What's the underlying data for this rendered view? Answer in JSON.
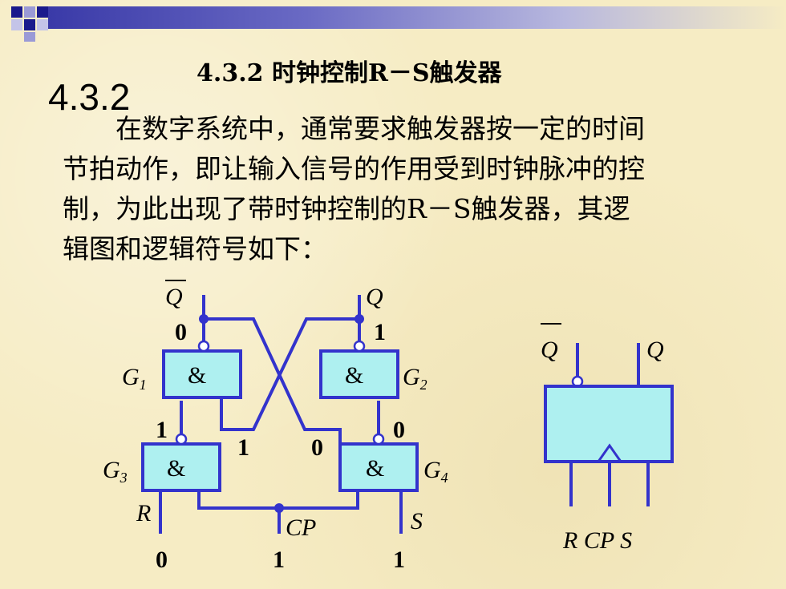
{
  "slide": {
    "title": "4.3.2 时钟控制R－S触发器",
    "section_number": "4.3.2",
    "paragraph_lines": [
      "在数字系统中，通常要求触发器按一定的时间",
      "节拍动作，即让输入信号的作用受到时钟脉冲的控",
      "制，为此出现了带时钟控制的R－S触发器，其逻",
      "辑图和逻辑符号如下："
    ]
  },
  "logic_diagram": {
    "outputs": {
      "q_bar": "Q",
      "q": "Q"
    },
    "output_values": {
      "q_bar": "0",
      "q": "1"
    },
    "gates": [
      {
        "id": "G1",
        "label": "&",
        "name": "G",
        "sub": "1"
      },
      {
        "id": "G2",
        "label": "&",
        "name": "G",
        "sub": "2"
      },
      {
        "id": "G3",
        "label": "&",
        "name": "G",
        "sub": "3"
      },
      {
        "id": "G4",
        "label": "&",
        "name": "G",
        "sub": "4"
      }
    ],
    "internal_values": {
      "g3_out": "1",
      "g4_out": "0",
      "cross_left": "1",
      "cross_right": "0"
    },
    "inputs": {
      "r": "R",
      "cp": "CP",
      "s": "S"
    },
    "input_values": {
      "r": "0",
      "cp": "1",
      "s": "1"
    }
  },
  "logic_symbol": {
    "outputs": {
      "q_bar": "Q",
      "q": "Q"
    },
    "inputs_label": "R CP S"
  },
  "colors": {
    "wire": "#3333cc",
    "gate_fill": "#aef0f0",
    "background": "#f6ecc4"
  }
}
